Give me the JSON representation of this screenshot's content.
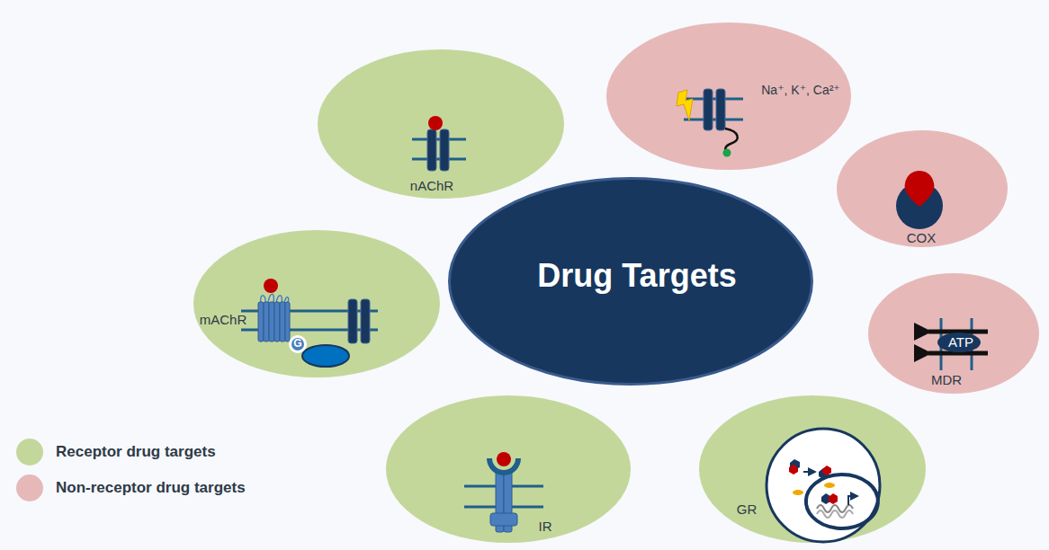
{
  "diagram": {
    "nodes": [
      {
        "text": [
          "nAChR"
        ]
      },
      {
        "text": [
          "Na⁺, K⁺, Ca²⁺"
        ]
      },
      {
        "text": [
          "COX"
        ]
      },
      {
        "text": [
          "mAChR"
        ]
      },
      {
        "text": [
          "G"
        ],
        "in": 3
      },
      {
        "text": [
          "Drug Targets"
        ]
      },
      {
        "text": [
          "MDR"
        ]
      },
      {
        "text": [
          "ATP"
        ],
        "in": 6
      },
      {
        "text": [
          "IR"
        ]
      },
      {
        "text": [
          "GR"
        ]
      }
    ],
    "legend": [
      {
        "text": "Receptor drug targets",
        "color": "#c4d79b"
      },
      {
        "text": "Non-receptor drug targets",
        "color": "#e6b9b8"
      }
    ]
  }
}
